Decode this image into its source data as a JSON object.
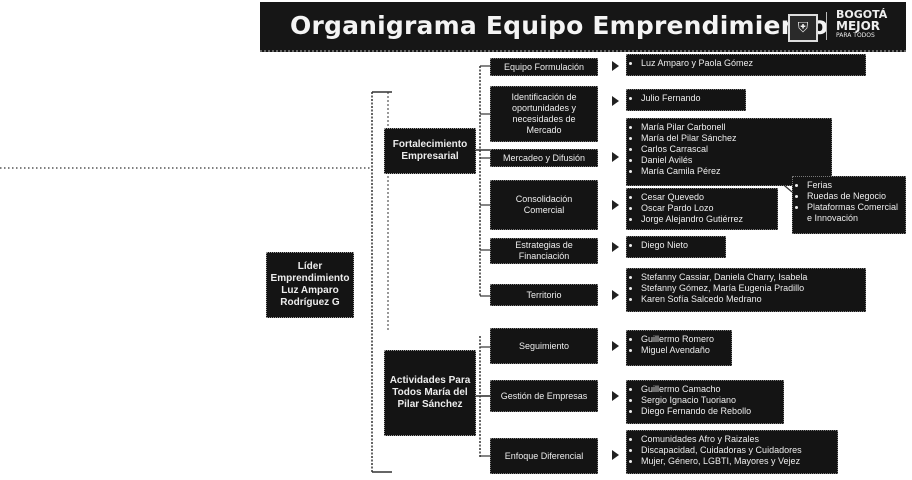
{
  "title": "Organigrama Equipo Emprendimiento",
  "logos": {
    "seal_icon": "coat-of-arms-icon",
    "city_mark": [
      "BOGOTÁ",
      "MEJOR",
      "PARA TODOS"
    ]
  },
  "leader": "Líder Emprendimiento Luz Amparo Rodríguez G",
  "groups": [
    {
      "label": "Fortalecimiento Empresarial"
    },
    {
      "label": "Actividades Para Todos María del Pilar Sánchez"
    }
  ],
  "departments": [
    {
      "label": "Equipo Formulación",
      "names": [
        "Luz Amparo y Paola Gómez"
      ]
    },
    {
      "label": "Identificación de oportunidades y necesidades de Mercado",
      "names": [
        "Julio Fernando"
      ]
    },
    {
      "label": "Mercadeo y Difusión",
      "names": [
        "María Pilar Carbonell",
        "María del Pilar Sánchez",
        "Carlos Carrascal",
        "Daniel Avilés",
        "María Camila Pérez"
      ]
    },
    {
      "label": "Consolidación Comercial",
      "names": [
        "Cesar Quevedo",
        "Oscar Pardo Lozo",
        "Jorge Alejandro Gutiérrez"
      ]
    },
    {
      "label": "Estrategias de Financiación",
      "names": [
        "Diego Nieto"
      ]
    },
    {
      "label": "Territorio",
      "names": [
        "Stefanny Cassiar, Daniela Charry, Isabela",
        "Stefanny Gómez, María Eugenia Pradillo",
        "Karen Sofía Salcedo Medrano"
      ]
    },
    {
      "label": "Seguimiento",
      "names": [
        "Guillermo Romero",
        "Miguel Avendaño"
      ]
    },
    {
      "label": "Gestión de Empresas",
      "names": [
        "Guillermo Camacho",
        "Sergio Ignacio Tuoriano",
        "Diego Fernando de Rebollo"
      ]
    },
    {
      "label": "Enfoque Diferencial",
      "names": [
        "Comunidades Afro y Raizales",
        "Discapacidad, Cuidadoras y Cuidadores",
        "Mujer, Género, LGBTI, Mayores y Vejez"
      ]
    }
  ],
  "side_list": [
    "Ferias",
    "Ruedas de Negocio",
    "Plataformas Comercial e Innovación"
  ]
}
